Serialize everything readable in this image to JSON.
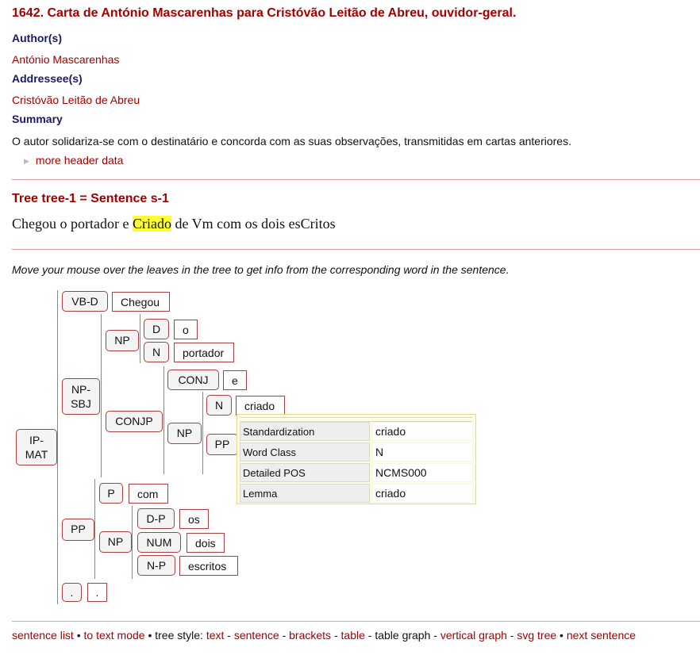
{
  "header": {
    "title": "1642. Carta de António Mascarenhas para Cristóvão Leitão de Abreu, ouvidor-geral.",
    "author_label": "Author(s)",
    "author": "António Mascarenhas",
    "addressee_label": "Addressee(s)",
    "addressee": "Cristóvão Leitão de Abreu",
    "summary_label": "Summary",
    "summary": "O autor solidariza-se com o destinatário e concorda com as suas observações, transmitidas em cartas anteriores.",
    "more_link": "more header data"
  },
  "tree": {
    "title": "Tree tree-1 = Sentence s-1",
    "sentence_before": "Chegou o portador e ",
    "sentence_highlight": "Criado",
    "sentence_after": " de Vm com os dois esCritos",
    "instructions": "Move your mouse over the leaves in the tree to get info from the corresponding word in the sentence.",
    "nodes": {
      "ipmat_1": "IP-",
      "ipmat_2": "MAT",
      "vbd": "VB-D",
      "npsbj_1": "NP-",
      "npsbj_2": "SBJ",
      "np_portador": "NP",
      "d": "D",
      "n_portador": "N",
      "conjp": "CONJP",
      "conj": "CONJ",
      "np_criado": "NP",
      "n_criado": "N",
      "pp_inner": "PP",
      "pp": "PP",
      "p": "P",
      "np_escritos": "NP",
      "dp": "D-P",
      "num": "NUM",
      "np_pl": "N-P",
      "punct": "."
    },
    "leaves": {
      "chegou": "Chegou",
      "o": "o",
      "portador": "portador",
      "e": "e",
      "criado": "criado",
      "com": "com",
      "os": "os",
      "dois": "dois",
      "escritos": "escritos",
      "period": "."
    }
  },
  "tooltip": {
    "rows": [
      {
        "key": "Standardization",
        "value": "criado"
      },
      {
        "key": "Word Class",
        "value": "N"
      },
      {
        "key": "Detailed POS",
        "value": "NCMS000"
      },
      {
        "key": "Lemma",
        "value": "criado"
      }
    ]
  },
  "footer": {
    "sentence_list": "sentence list",
    "sep1": " • ",
    "text_mode": "to text mode",
    "sep2": " • tree style: ",
    "style_text": "text",
    "d1": " - ",
    "style_sentence": "sentence",
    "d2": " - ",
    "style_brackets": "brackets",
    "d3": " - ",
    "style_table": "table",
    "d4": " - ",
    "style_table_graph": "table graph",
    "d5": " - ",
    "style_vertical": "vertical graph",
    "d6": " - ",
    "style_svg": "svg tree",
    "sep3": " • ",
    "next_sentence": "next sentence"
  },
  "colors": {
    "accent": "#a40000",
    "label": "#1a1a66",
    "highlight": "#ffff33",
    "rule": "#e3a0a0"
  }
}
